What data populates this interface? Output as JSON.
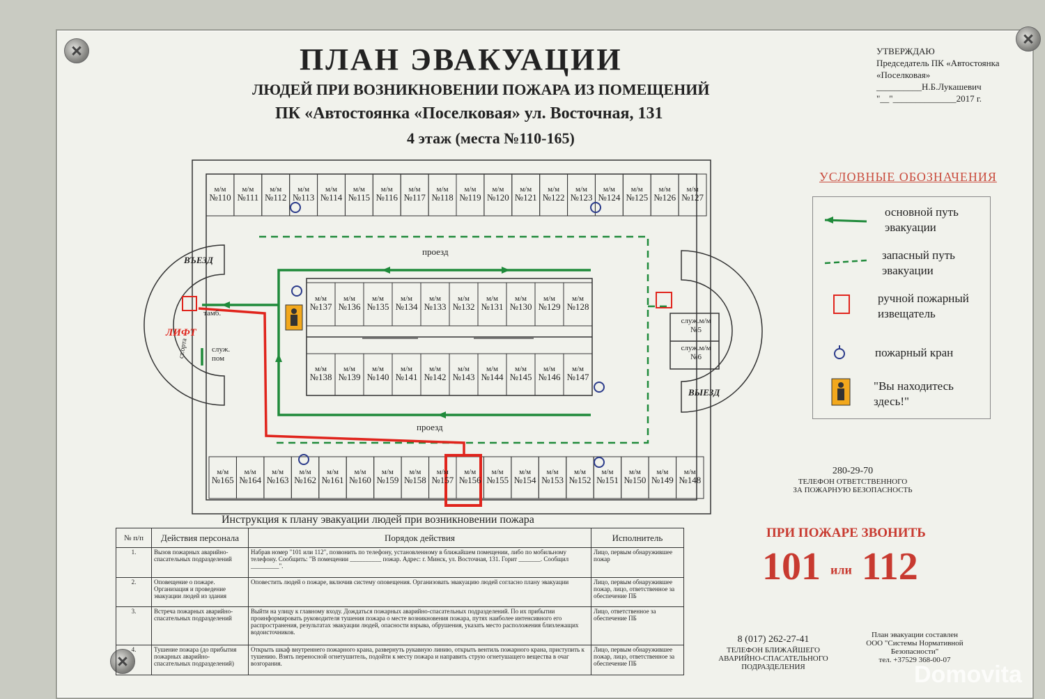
{
  "header": {
    "title": "ПЛАН ЭВАКУАЦИИ",
    "subtitle1": "ЛЮДЕЙ ПРИ ВОЗНИКНОВЕНИИ ПОЖАРА ИЗ ПОМЕЩЕНИЙ",
    "subtitle2": "ПК «Автостоянка «Поселковая» ул. Восточная, 131",
    "subtitle3": "4 этаж (места №110-165)"
  },
  "approval": {
    "line1": "УТВЕРЖДАЮ",
    "line2": "Председатель ПК «Автостоянка",
    "line3": "«Поселковая»",
    "line4": "__________Н.Б.Лукашевич",
    "line5": "\"__\"______________2017 г."
  },
  "plan": {
    "spot_prefix": "м/м",
    "top_row": [
      "№110",
      "№111",
      "№112",
      "№113",
      "№114",
      "№115",
      "№116",
      "№117",
      "№118",
      "№119",
      "№120",
      "№121",
      "№122",
      "№123",
      "№124",
      "№125",
      "№126",
      "№127"
    ],
    "mid_upper": [
      "№137",
      "№136",
      "№135",
      "№134",
      "№133",
      "№132",
      "№131",
      "№130",
      "№129",
      "№128"
    ],
    "mid_lower": [
      "№138",
      "№139",
      "№140",
      "№141",
      "№142",
      "№143",
      "№144",
      "№145",
      "№146",
      "№147"
    ],
    "bottom_row": [
      "№165",
      "№164",
      "№163",
      "№162",
      "№161",
      "№160",
      "№159",
      "№158",
      "№157",
      "№156",
      "№155",
      "№154",
      "№153",
      "№152",
      "№151",
      "№150",
      "№149",
      "№148"
    ],
    "drive_top": "проезд",
    "drive_bottom": "проезд",
    "entry": "ВЪЕЗД",
    "exit": "ВЫЕЗД",
    "lift": "ЛИФТ",
    "tamb": "тамб.",
    "service_room": "служ. пом",
    "service_spots": [
      {
        "label": "служ.м/м",
        "num": "№5"
      },
      {
        "label": "служ.м/м",
        "num": "№6"
      }
    ],
    "stair": "ст.орта"
  },
  "legend": {
    "title": "УСЛОВНЫЕ ОБОЗНАЧЕНИЯ",
    "items": [
      {
        "text1": "основной путь",
        "text2": "эвакуации",
        "icon": "solid-green-arrow-icon"
      },
      {
        "text1": "запасный путь",
        "text2": "эвакуации",
        "icon": "dashed-green-arrow-icon"
      },
      {
        "text1": "ручной пожарный",
        "text2": "извещатель",
        "icon": "fire-alarm-icon"
      },
      {
        "text1": "пожарный кран",
        "text2": "",
        "icon": "fire-hydrant-icon"
      },
      {
        "text1": "\"Вы находитесь",
        "text2": "здесь!\"",
        "icon": "you-are-here-icon"
      }
    ]
  },
  "phone_safety": {
    "number": "280-29-70",
    "label1": "ТЕЛЕФОН ОТВЕТСТВЕННОГО",
    "label2": "ЗА ПОЖАРНУЮ БЕЗОПАСНОСТЬ"
  },
  "instruction": {
    "title": "Инструкция  к плану эвакуации людей при возникновении пожара",
    "headers": [
      "№ п/п",
      "Действия персонала",
      "Порядок действия",
      "Исполнитель"
    ],
    "rows": [
      {
        "num": "1.",
        "action": "Вызов пожарных аварийно-спасательных подразделений",
        "order": "Набрав номер \"101 или 112\", позвонить по телефону, установленному в ближайшем помещении, либо по мобильному телефону. Сообщить: \"В помещении __________ пожар. Адрес: г. Минск, ул. Восточная, 131. Горит _______. Сообщил _________\".",
        "executor": "Лицо, первым обнаружившее пожар"
      },
      {
        "num": "2.",
        "action": "Оповещение о пожаре. Организация и проведение эвакуации людей из здания",
        "order": "Оповестить людей о пожаре, включив систему оповещения. Организовать эвакуацию людей согласно плану эвакуации",
        "executor": "Лицо, первым обнаружившее пожар, лицо, ответственное за обеспечение ПБ"
      },
      {
        "num": "3.",
        "action": "Встреча пожарных аварийно-спасательных подразделений",
        "order": "Выйти на улицу к главному входу. Дождаться пожарных аварийно-спасательных подразделений. По их прибытии проинформировать руководителя тушения пожара о месте возникновения пожара, путях наиболее интенсивного его распространения, результатах эвакуации людей, опасности взрыва, обрушения, указать место расположения близлежащих водоисточников.",
        "executor": "Лицо, ответственное за обеспечение ПБ"
      },
      {
        "num": "4.",
        "action": "Тушение пожара (до прибытия пожарных аварийно-спасательных подразделений)",
        "order": "Открыть шкаф внутреннего пожарного крана, развернуть рукавную линию, открыть вентиль пожарного крана, приступить к тушению. Взять переносной огнетушитель, подойти к месту пожара и направить струю огнетушащего вещества в очаг возгорания.",
        "executor": "Лицо, первым обнаружившее пожар, лицо, ответственное за обеспечение ПБ"
      }
    ]
  },
  "emergency": {
    "call_label": "ПРИ ПОЖАРЕ ЗВОНИТЬ",
    "num1": "101",
    "or": "или",
    "num2": "112"
  },
  "rescue_phone": {
    "number": "8 (017) 262-27-41",
    "label1": "ТЕЛЕФОН БЛИЖАЙШЕГО",
    "label2": "АВАРИЙНО-СПАСАТЕЛЬНОГО",
    "label3": "ПОДРАЗДЕЛЕНИЯ"
  },
  "composed": {
    "line1": "План эвакуации составлен",
    "line2": "ООО \"Системы Нормативной",
    "line3": "Безопасности\"",
    "line4": "тел. +37529 368-00-07"
  },
  "watermark": "Domovita",
  "colors": {
    "green": "#1f8a3a",
    "red": "#e0241c",
    "accent_red": "#c83a30"
  }
}
